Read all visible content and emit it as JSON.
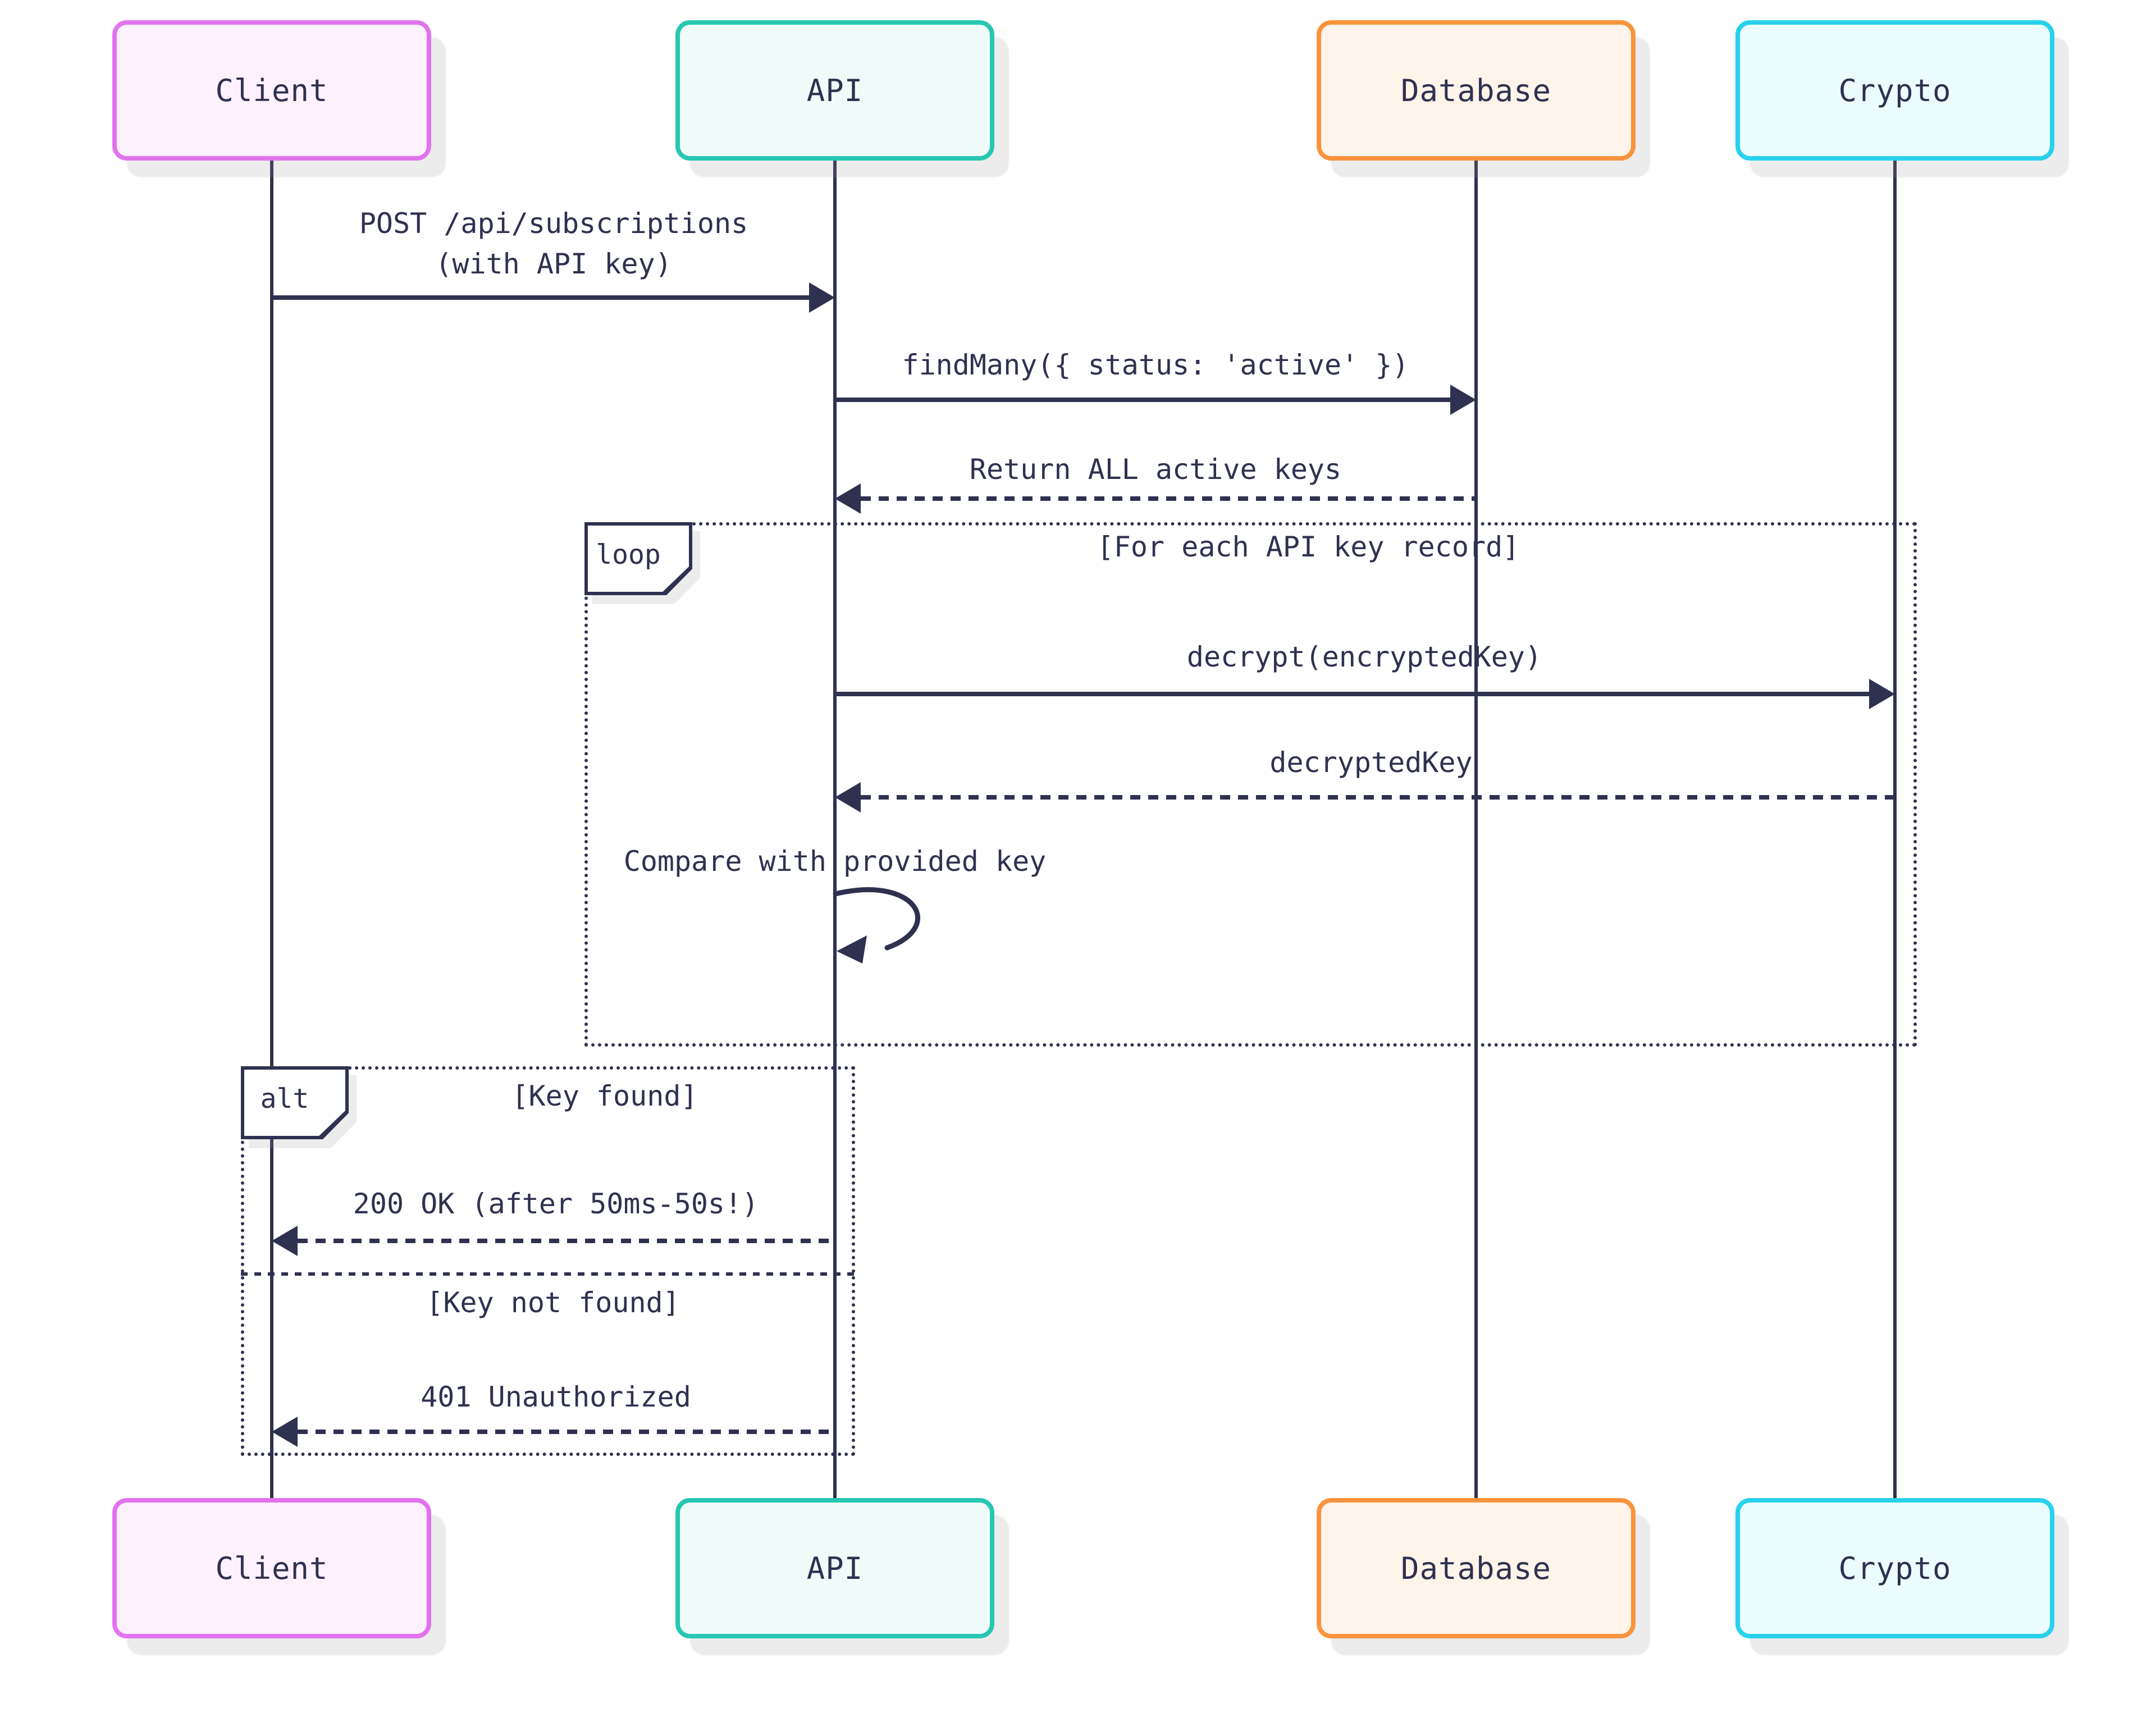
{
  "diagram_type": "sequence-diagram",
  "actors": {
    "client": {
      "label": "Client",
      "border": "#e273ef",
      "fill": "#fdf1fe"
    },
    "api": {
      "label": "API",
      "border": "#27c7b2",
      "fill": "#effbf8"
    },
    "database": {
      "label": "Database",
      "border": "#f9943d",
      "fill": "#fef4ea"
    },
    "crypto": {
      "label": "Crypto",
      "border": "#28d1ec",
      "fill": "#ebfcfe"
    }
  },
  "messages": {
    "post": {
      "line1": "POST /api/subscriptions",
      "line2": "(with API key)",
      "from": "Client",
      "to": "API",
      "style": "solid"
    },
    "findMany": {
      "label": "findMany({ status: 'active' })",
      "from": "API",
      "to": "Database",
      "style": "solid"
    },
    "returnKeys": {
      "label": "Return ALL active keys",
      "from": "Database",
      "to": "API",
      "style": "dashed"
    },
    "decrypt": {
      "label": "decrypt(encryptedKey)",
      "from": "API",
      "to": "Crypto",
      "style": "solid"
    },
    "decryptedKey": {
      "label": "decryptedKey",
      "from": "Crypto",
      "to": "API",
      "style": "dashed"
    },
    "compare": {
      "label": "Compare with provided key",
      "from": "API",
      "to": "API",
      "style": "self"
    },
    "ok": {
      "label": "200 OK (after 50ms-50s!)",
      "from": "API",
      "to": "Client",
      "style": "dashed"
    },
    "unauthorized": {
      "label": "401 Unauthorized",
      "from": "API",
      "to": "Client",
      "style": "dashed"
    }
  },
  "frames": {
    "loop": {
      "label": "loop",
      "guard": "[For each API key record]"
    },
    "alt": {
      "label": "alt",
      "guard_found": "[Key found]",
      "guard_not_found": "[Key not found]"
    }
  },
  "colors": {
    "line": "#2f3150",
    "text": "#2f3150",
    "background": "#ffffff"
  }
}
